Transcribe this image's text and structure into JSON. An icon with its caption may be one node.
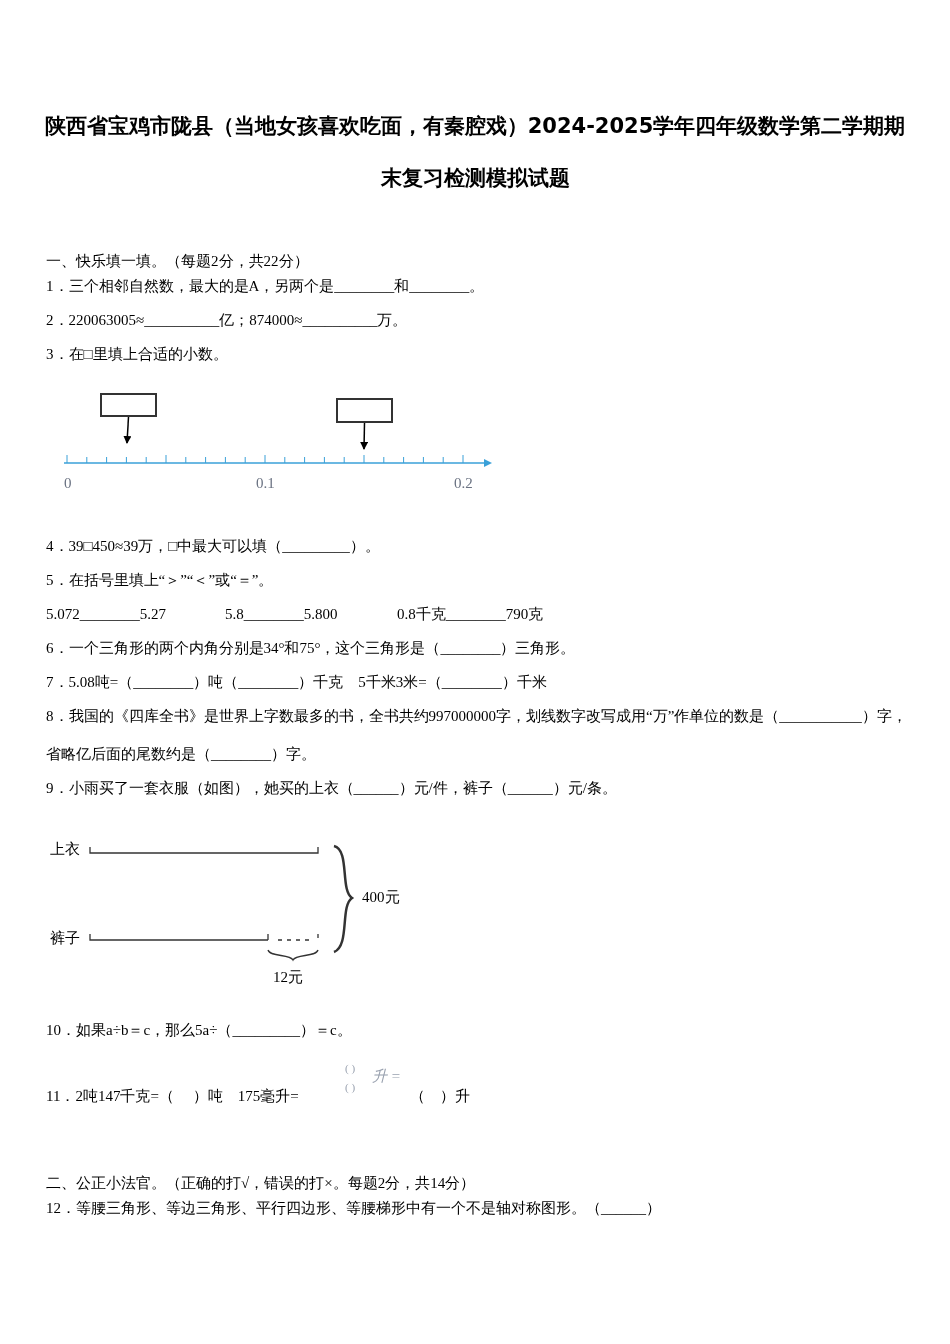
{
  "diagram": {
    "title": "陕西省宝鸡市陇县（当地女孩喜欢吃面，有秦腔戏）2024-2025学年四年级数学第二学期期末复习检测模拟试题",
    "nodes": [
      {
        "text": [],
        "shape": "box"
      },
      {
        "text": [],
        "shape": "box"
      }
    ],
    "edges": [
      {
        "from": 0,
        "to": null,
        "arrow": "to"
      },
      {
        "from": 1,
        "to": null,
        "arrow": "to"
      }
    ],
    "labels": [
      "一、快乐填一填。（每题2分，共22分）",
      "1．三个相邻自然数，最大的是A，另两个是________和________。",
      "2．220063005≈__________亿；874000≈__________万。",
      "3．在□里填上合适的小数。",
      "0",
      "0.1",
      "0.2",
      "4．39□450≈39万，□中最大可以填（_________）。",
      "5．在括号里填上“＞”“＜”或“＝”。",
      "5.072________5.27",
      "5.8________5.800",
      "0.8千克________790克",
      "6．一个三角形的两个内角分别是34°和75°，这个三角形是（________）三角形。",
      "7．5.08吨=（________）吨（________）千克　5千米3米=（________）千米",
      "8．我国的《四库全书》是世界上字数最多的书，全书共约997000000字，划线数字改写成用“万”作单位的数是（___________）字，省略亿后面的尾数约是（________）字。",
      "9．小雨买了一套衣服（如图），她买的上衣（______）元/件，裤子（______）元/条。",
      "上衣",
      "裤子",
      "400元",
      "12元",
      "10．如果a÷b＝c，那么5a÷（_________）＝c。",
      "11．2吨147千克=（　 ）吨　175毫升=",
      "( )",
      "( )",
      "升 =",
      "（　）升",
      "二、公正小法官。（正确的打√，错误的打×。每题2分，共14分）",
      "12．等腰三角形、等边三角形、平行四边形、等腰梯形中有一个不是轴对称图形。（______）"
    ]
  }
}
